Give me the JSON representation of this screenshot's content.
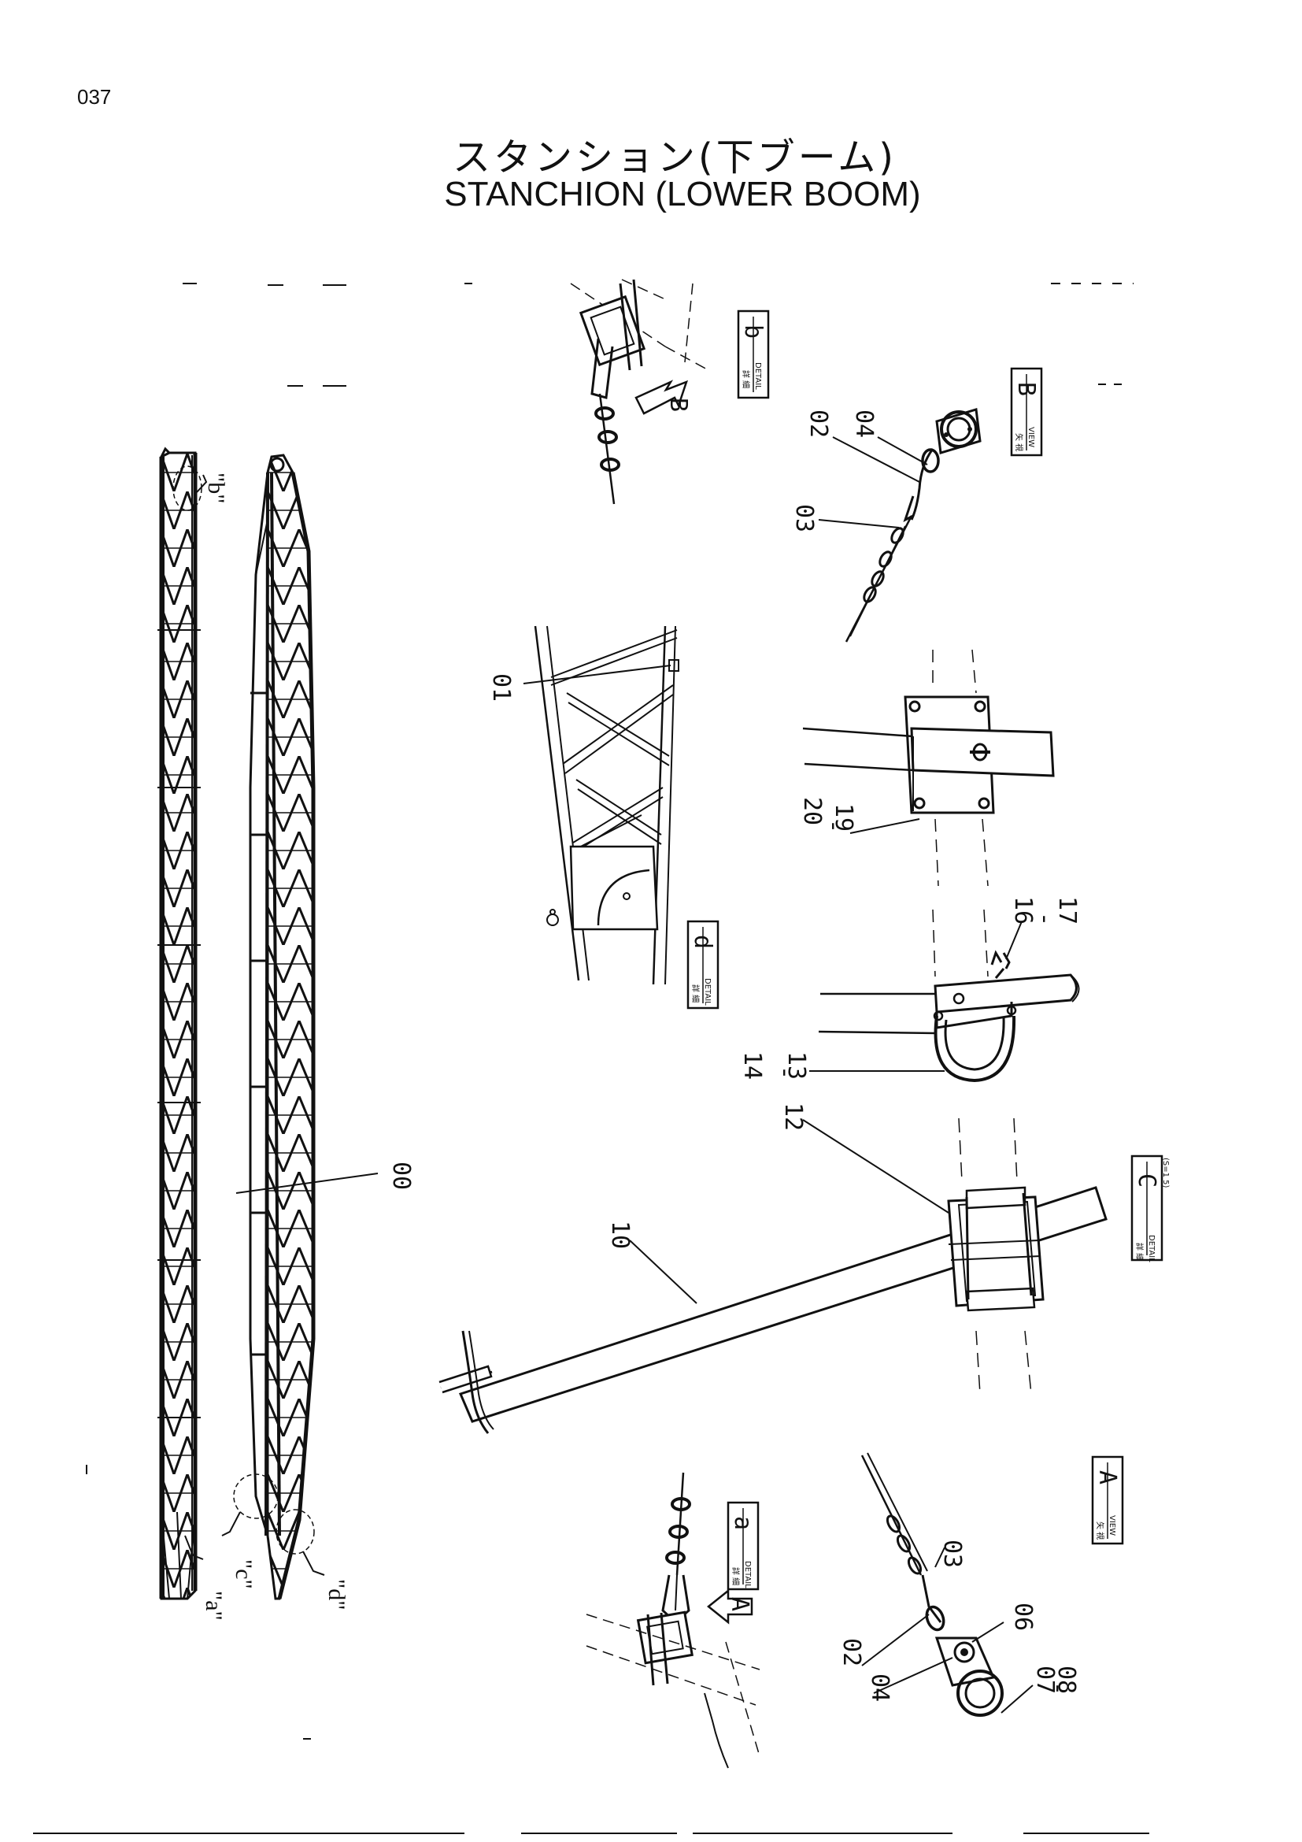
{
  "page_number": "037",
  "title_jp": "スタンション(下ブーム)",
  "title_en": "STANCHION (LOWER BOOM)",
  "detail_tags": {
    "b": {
      "jp": "詳 細",
      "en": "DETAIL",
      "letter": "b"
    },
    "d": {
      "jp": "詳 細",
      "en": "DETAIL",
      "letter": "d"
    },
    "c": {
      "jp": "詳 細",
      "en": "DETAIL",
      "letter": "C",
      "scale": "(S=1 5)"
    },
    "a": {
      "jp": "詳 細",
      "en": "DETAIL",
      "letter": "a"
    }
  },
  "view_tags": {
    "B": {
      "jp": "矢 視",
      "en": "VIEW",
      "letter": "B"
    },
    "A": {
      "jp": "矢 視",
      "en": "VIEW",
      "letter": "A"
    }
  },
  "arrow_letters": {
    "B": "B",
    "A": "A"
  },
  "detail_markers": {
    "b": "\"b\"",
    "a": "\"a\"",
    "c": "\"c\"",
    "d": "\"d\""
  },
  "part_numbers": {
    "p00": "00",
    "p01": "01",
    "p02_top": "02",
    "p04_top": "04",
    "p03_top": "03",
    "p20": "20",
    "p19": "19",
    "p16": "16",
    "p17": "17",
    "p14": "14",
    "p13": "13",
    "p12": "12",
    "p10": "10",
    "p03_bot": "03",
    "p06": "06",
    "p07": "07",
    "p08": "08",
    "p02_bot": "02",
    "p04_bot": "04",
    "dash": "-"
  }
}
